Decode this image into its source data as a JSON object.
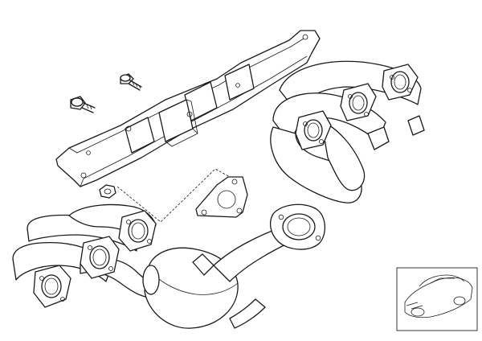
{
  "diagram": {
    "parts": [
      {
        "id": "heat-shield",
        "kind": "part"
      },
      {
        "id": "bolt-upper",
        "kind": "fastener"
      },
      {
        "id": "bolt-lower",
        "kind": "fastener"
      },
      {
        "id": "rear-exhaust-manifold",
        "kind": "part"
      },
      {
        "id": "gasket",
        "kind": "gasket"
      },
      {
        "id": "nut",
        "kind": "fastener"
      },
      {
        "id": "front-exhaust-manifold-with-catalyst",
        "kind": "part"
      },
      {
        "id": "vehicle-thumbnail",
        "kind": "inset"
      }
    ],
    "colors": {
      "line": "#1a1a1a",
      "background": "#ffffff",
      "inset_border": "#333333"
    }
  }
}
